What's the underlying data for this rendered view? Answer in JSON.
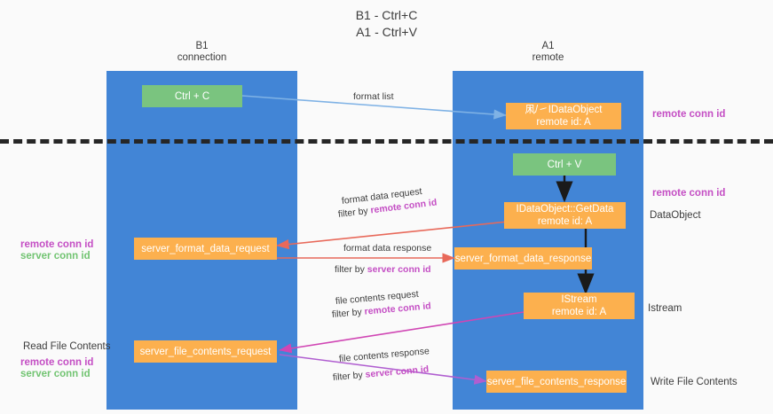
{
  "title": {
    "line1": "B1 - Ctrl+C",
    "line2": "A1 - Ctrl+V"
  },
  "lanes": [
    {
      "id": "b1",
      "name": "B1",
      "role": "connection"
    },
    {
      "id": "a1",
      "name": "A1",
      "role": "remote"
    }
  ],
  "colors": {
    "lane": "#4285d6",
    "node_green": "#7ac47f",
    "node_orange": "#fcb04e",
    "remote_conn_id": "#c44ec4",
    "server_conn_id": "#72c472",
    "divider": "#262626",
    "arrow_blue": "#7fb2e5",
    "arrow_red": "#e8695a",
    "arrow_magenta": "#d046b4",
    "arrow_purple": "#b05ed0",
    "arrow_black": "#1a1a1a"
  },
  "nodes": {
    "ctrl_c": {
      "label": "Ctrl + C"
    },
    "idataobject": {
      "line1": "凩/㇀IDataObject",
      "line2": "remote id: A"
    },
    "ctrl_v": {
      "label": "Ctrl + V"
    },
    "getdata": {
      "line1": "IDataObject::GetData",
      "line2": "remote id: A"
    },
    "server_format_data_request": {
      "label": "server_format_data_request"
    },
    "server_format_data_response": {
      "label": "server_format_data_response"
    },
    "istream": {
      "line1": "IStream",
      "line2": "remote id: A"
    },
    "server_file_contents_request": {
      "label": "server_file_contents_request"
    },
    "server_file_contents_response": {
      "label": "server_file_contents_response"
    }
  },
  "edge_labels": {
    "format_list": "format list",
    "format_data_request": "format data request",
    "format_data_request_filter_prefix": "filter by ",
    "format_data_request_filter_key": "remote conn id",
    "format_data_response": "format data response",
    "format_data_response_filter_prefix": "filter by ",
    "format_data_response_filter_key": "server conn id",
    "file_contents_request": "file contents request",
    "file_contents_request_filter_prefix": "filter by ",
    "file_contents_request_filter_key": "remote conn id",
    "file_contents_response": "file contents response",
    "file_contents_response_filter_prefix": "filter by ",
    "file_contents_response_filter_key": "server conn id"
  },
  "side_labels": {
    "right_remote_conn_id_top": "remote conn id",
    "right_remote_conn_id_mid": "remote conn id",
    "right_dataobject": "DataObject",
    "right_istream": "Istream",
    "right_write_file_contents": "Write File Contents",
    "left_remote_conn_id_mid": "remote conn id",
    "left_server_conn_id_mid": "server conn id",
    "left_read_file_contents": "Read File Contents",
    "left_remote_conn_id_bottom": "remote conn id",
    "left_server_conn_id_bottom": "server conn id"
  }
}
